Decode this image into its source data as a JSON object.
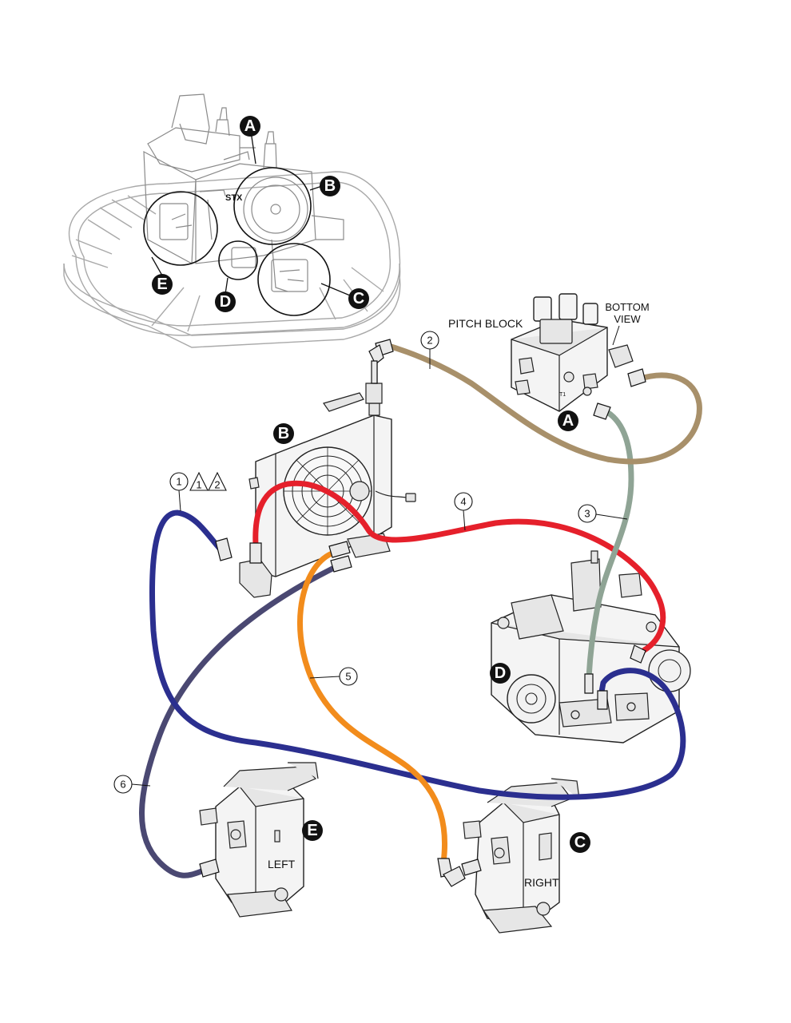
{
  "diagram": {
    "headings": {
      "pitch_block": "PITCH BLOCK",
      "bottom_view": "BOTTOM\nVIEW",
      "left": "LEFT",
      "right": "RIGHT",
      "port_t1": "T1"
    },
    "callouts": {
      "A": "A",
      "B": "B",
      "C": "C",
      "D": "D",
      "E": "E"
    },
    "hose_numbers": [
      "1",
      "2",
      "3",
      "4",
      "5",
      "6"
    ],
    "note_flags": [
      "1",
      "2"
    ],
    "hoses": [
      {
        "number": "1",
        "color": "#2b2f8f"
      },
      {
        "number": "2",
        "color": "#a8906a"
      },
      {
        "number": "3",
        "color": "#8fa495"
      },
      {
        "number": "4",
        "color": "#e5202b"
      },
      {
        "number": "5",
        "color": "#f28c1c"
      },
      {
        "number": "6",
        "color": "#4a4872"
      }
    ],
    "machine_badge": "STX"
  }
}
